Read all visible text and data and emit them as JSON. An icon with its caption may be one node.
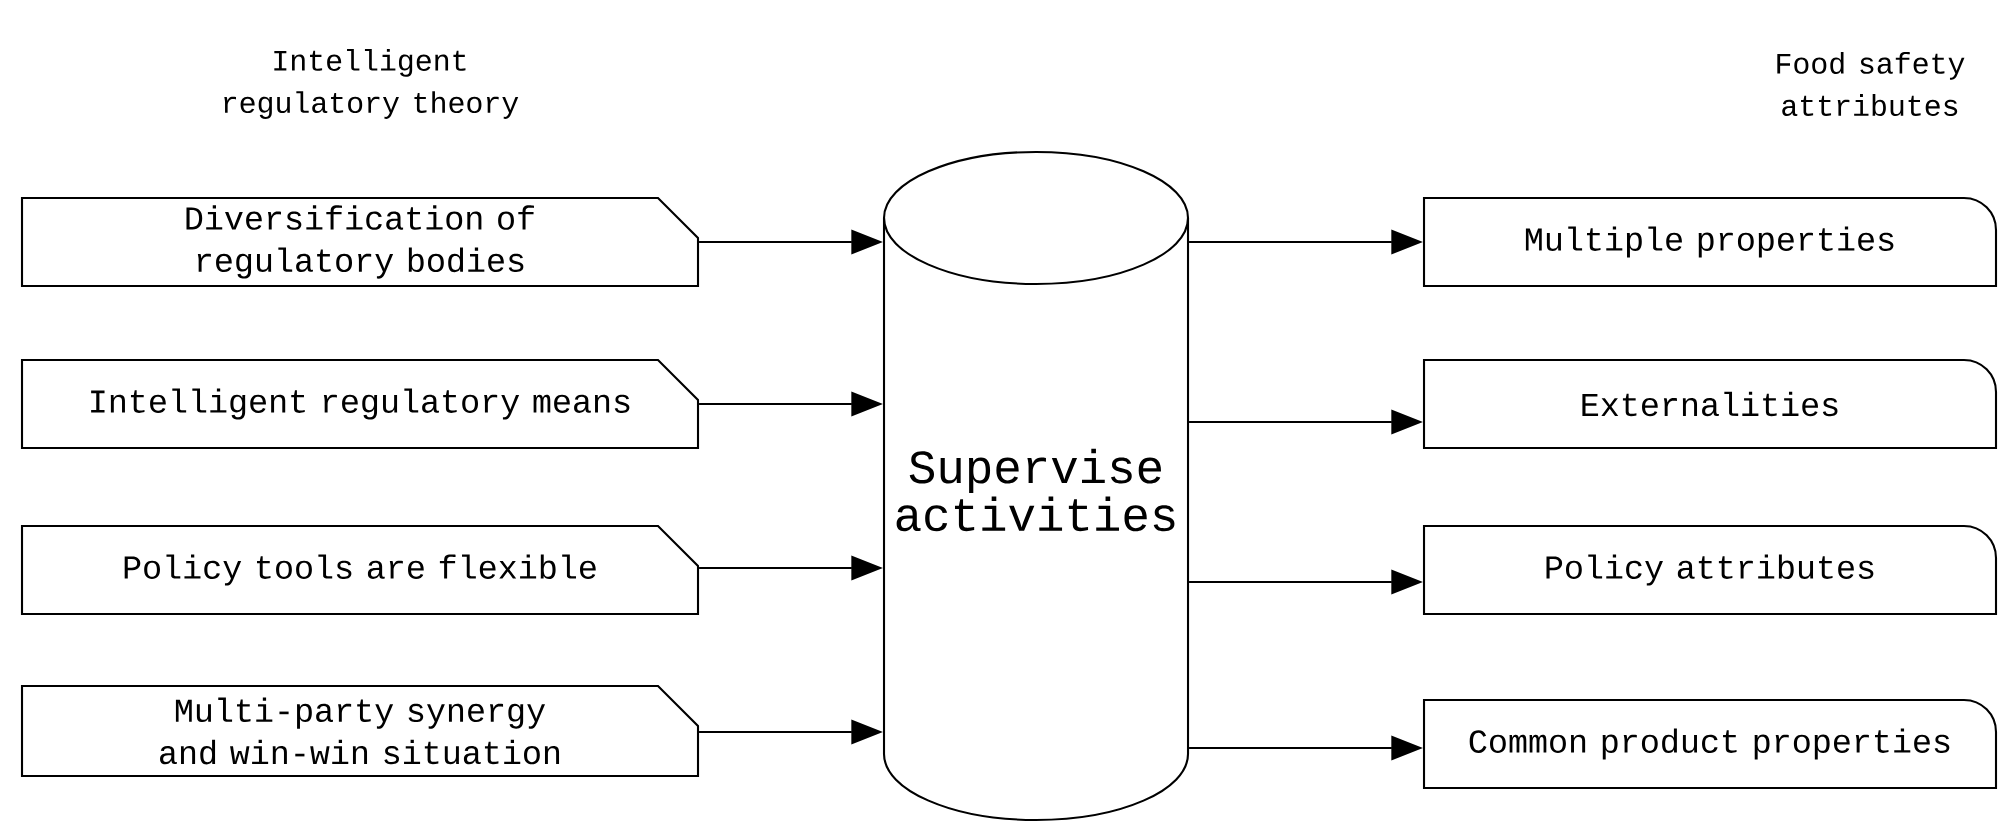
{
  "diagram": {
    "nodes": [
      {
        "text": [
          "Diversification of regulatory bodies"
        ]
      },
      {
        "text": [
          "Intelligent regulatory means"
        ]
      },
      {
        "text": [
          "Policy tools are flexible"
        ]
      },
      {
        "text": [
          "Multi-party synergy and win-win situation"
        ]
      },
      {
        "text": [
          "Supervise activities"
        ]
      },
      {
        "text": [
          "Multiple properties"
        ]
      },
      {
        "text": [
          "Externalities"
        ]
      },
      {
        "text": [
          "Policy attributes"
        ]
      },
      {
        "text": [
          "Common product properties"
        ]
      }
    ],
    "edges": [
      {
        "from": 0,
        "to": 4,
        "arrow": "to"
      },
      {
        "from": 1,
        "to": 4,
        "arrow": "to"
      },
      {
        "from": 2,
        "to": 4,
        "arrow": "to"
      },
      {
        "from": 3,
        "to": 4,
        "arrow": "to"
      },
      {
        "from": 4,
        "to": 5,
        "arrow": "to"
      },
      {
        "from": 4,
        "to": 6,
        "arrow": "to"
      },
      {
        "from": 4,
        "to": 7,
        "arrow": "to"
      },
      {
        "from": 4,
        "to": 8,
        "arrow": "to"
      }
    ],
    "labels": [
      "Intelligent regulatory theory",
      "Food safety attributes"
    ]
  }
}
